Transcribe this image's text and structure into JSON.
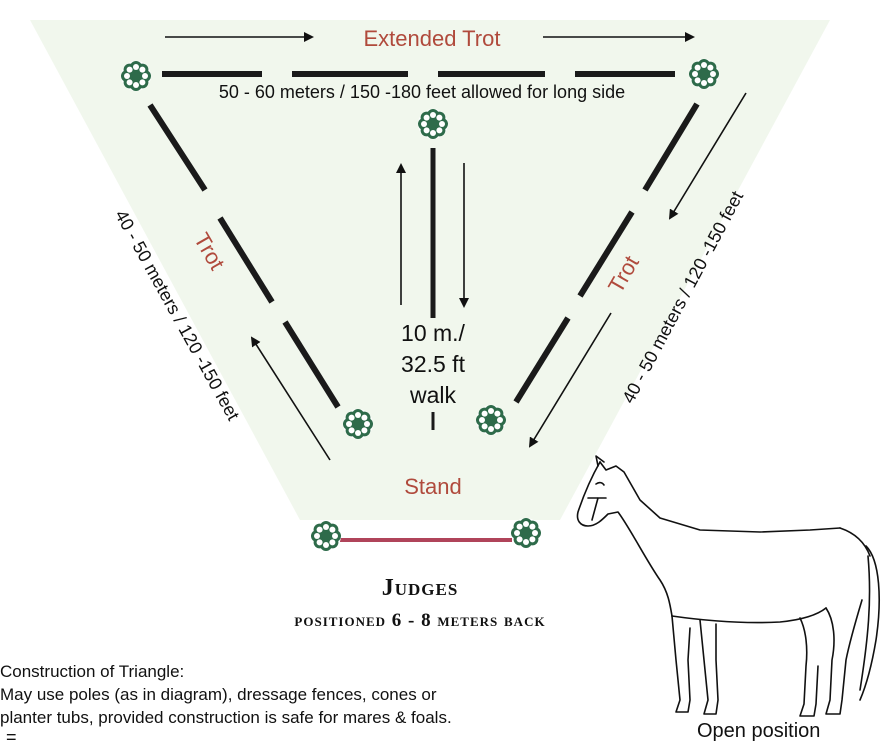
{
  "diagram": {
    "labels": {
      "extended_trot": "Extended Trot",
      "long_side": "50 - 60 meters / 150 -180 feet allowed for long side",
      "trot_left": "Trot",
      "trot_right": "Trot",
      "left_side": "40 - 50 meters / 120 -150 feet",
      "right_side": "40 - 50 meters / 120 -150 feet",
      "walk_line1": "10 m./",
      "walk_line2": "32.5 ft",
      "walk_line3": "walk",
      "stand": "Stand"
    },
    "colors": {
      "pole": "#1a1a1a",
      "stand_line": "#b0445a",
      "marker": "#2e6b4a",
      "label_red": "#b04a3c",
      "field_tint": "#eef6ea"
    }
  },
  "judges": {
    "title": "Judges",
    "subtitle": "positioned 6 - 8 meters back"
  },
  "notes": {
    "line1": "Construction of Triangle:",
    "line2": "May use poles (as in diagram), dressage fences, cones or",
    "line3": "planter tubs, provided construction is safe for mares & foals."
  },
  "horse": {
    "caption": "Open position"
  },
  "margin_mark": "="
}
